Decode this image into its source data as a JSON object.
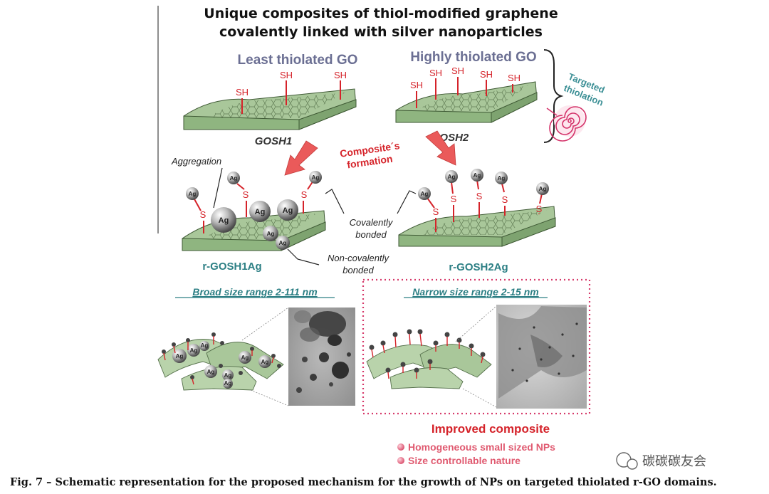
{
  "title": {
    "line1": "Unique composites of thiol-modified graphene",
    "line2": "covalently linked with silver nanoparticles"
  },
  "left": {
    "heading": "Least thiolated GO",
    "sheet_label": "GOSH1",
    "product_label": "r-GOSH1Ag",
    "range_label": "Broad size range 2-111 nm"
  },
  "right": {
    "heading": "Highly thiolated GO",
    "sheet_label": "GOSH2",
    "product_label": "r-GOSH2Ag",
    "range_label": "Narrow size range 2-15 nm"
  },
  "labels": {
    "sh": "SH",
    "s": "S",
    "ag": "Ag",
    "aggregation": "Aggregation",
    "covalently_1": "Covalently",
    "covalently_2": "bonded",
    "noncovalently_1": "Non-covalently",
    "noncovalently_2": "bonded",
    "composite_1": "Composite´s",
    "composite_2": "formation",
    "targeted_1": "Targeted",
    "targeted_2": "thiolation"
  },
  "improved": {
    "heading": "Improved composite",
    "bullets": [
      "Homogeneous small sized NPs",
      "Size controllable nature"
    ]
  },
  "caption": "Fig. 7 – Schematic representation for the proposed mechanism for the growth of NPs on targeted thiolated r-GO domains.",
  "watermark": "碳碳碳友会",
  "colors": {
    "sheet": "#a9c79a",
    "thiol": "#d5232a",
    "teal": "#2c7f84",
    "highlight_box": "#d63a6a"
  }
}
